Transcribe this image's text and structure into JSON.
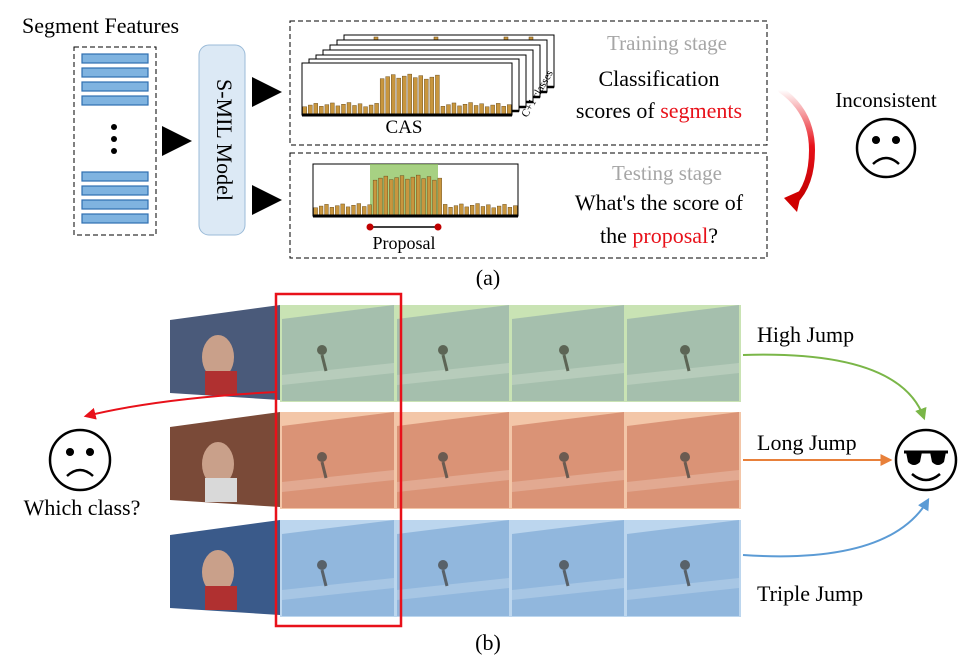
{
  "panel_a": {
    "segment_features": "Segment Features",
    "model": "S-MIL Model",
    "cas": "CAS",
    "c1_classes": "C+1 classes",
    "training_stage": "Training stage",
    "training_line1": "Classification",
    "training_line2_prefix": "scores of ",
    "training_line2_highlight": "segments",
    "inconsistent": "Inconsistent",
    "testing_stage": "Testing stage",
    "testing_line1": "What's the score of",
    "testing_line2_prefix": "the ",
    "testing_line2_highlight": "proposal",
    "testing_line2_suffix": "?",
    "proposal": "Proposal",
    "caption": "(a)"
  },
  "panel_b": {
    "which_class": "Which class?",
    "rows": [
      {
        "label": "High Jump",
        "color": "#7ab648",
        "tint": "#c9e3b4"
      },
      {
        "label": "Long Jump",
        "color": "#e8803a",
        "tint": "#f3c6a8"
      },
      {
        "label": "Triple Jump",
        "color": "#5b9bd5",
        "tint": "#bcd6ee"
      }
    ],
    "caption": "(b)"
  },
  "colors": {
    "bar": "#c8963e",
    "highlight": "#e8111a",
    "proposal_box": "#8ac25a",
    "grey_text": "#a6a6a6",
    "feature_block": "#7fb3e0",
    "model_box": "#dce9f5"
  }
}
